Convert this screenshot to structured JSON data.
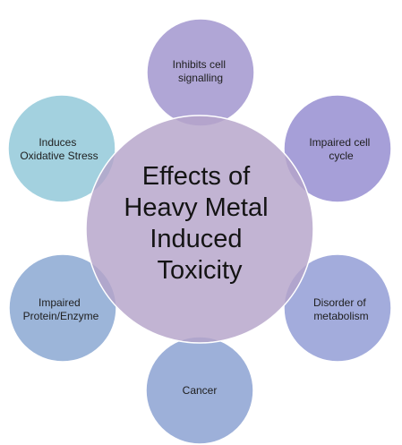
{
  "diagram": {
    "center": {
      "lines": [
        "Effects of",
        "Heavy Metal",
        "Induced",
        "Toxicity"
      ],
      "color": "#b4a3c9"
    },
    "satellites": [
      {
        "lines": [
          "Inhibits cell",
          "signalling"
        ],
        "color": "#b0a6d6"
      },
      {
        "lines": [
          "Impaired cell",
          "cycle"
        ],
        "color": "#a69fd8"
      },
      {
        "lines": [
          "Disorder of",
          "metabolism"
        ],
        "color": "#a3acdc"
      },
      {
        "lines": [
          "Cancer"
        ],
        "color": "#9db0d9"
      },
      {
        "lines": [
          "Impaired",
          "Protein/Enzyme"
        ],
        "color": "#9cb5d9"
      },
      {
        "lines": [
          "Induces",
          "Oxidative Stress"
        ],
        "color": "#a3d1df"
      }
    ]
  }
}
